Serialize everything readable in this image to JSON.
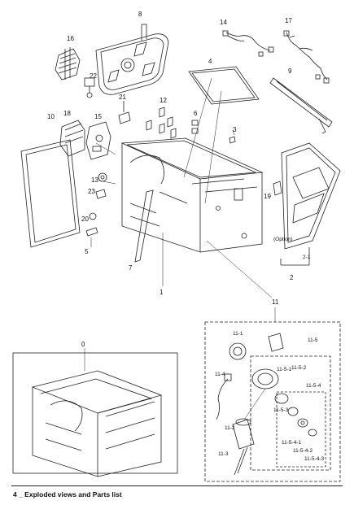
{
  "footer": {
    "text": "4 _ Exploded views and Parts list"
  },
  "callouts": {
    "c0": "0",
    "c1": "1",
    "c2": "2",
    "c3": "3",
    "c4": "4",
    "c5": "5",
    "c6": "6",
    "c7": "7",
    "c8": "8",
    "c9": "9",
    "c10": "10",
    "c11": "11",
    "c12": "12",
    "c13": "13",
    "c14": "14",
    "c15": "15",
    "c16": "16",
    "c17": "17",
    "c18": "18",
    "c19": "19",
    "c20": "20",
    "c21": "21",
    "c22": "22",
    "c23": "23",
    "c2_1": "2-1",
    "option": "(Option)",
    "c11_1": "11-1",
    "c11_2": "11-2",
    "c11_3": "11-3",
    "c11_4": "11-4",
    "c11_5": "11-5",
    "c11_5_1": "11-5-1",
    "c11_5_2": "11-5-2",
    "c11_5_3": "11-5-3",
    "c11_5_4": "11-5-4",
    "c11_5_4_1": "11-5-4-1",
    "c11_5_4_2": "11-5-4-2",
    "c11_5_4_3": "11-5-4-3"
  }
}
